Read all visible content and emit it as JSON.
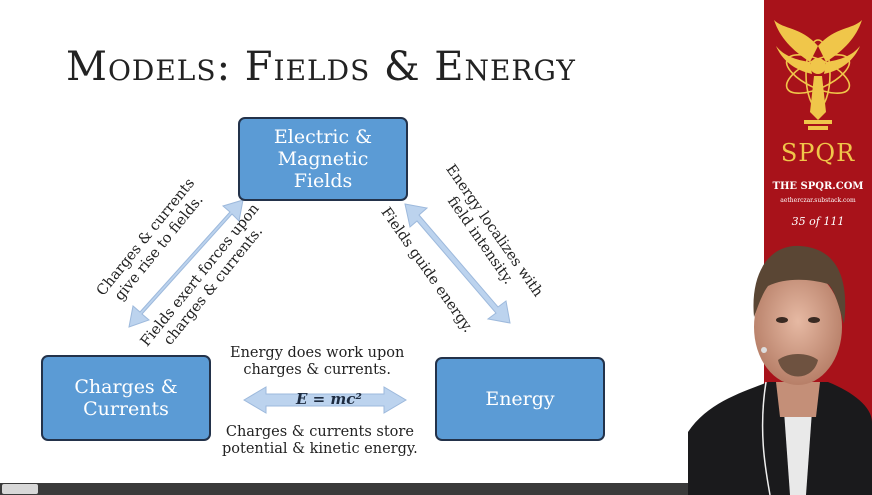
{
  "slide": {
    "title": "Models: Fields & Energy",
    "nodes": {
      "fields": [
        "Electric &",
        "Magnetic",
        "Fields"
      ],
      "charges": [
        "Charges &",
        "Currents"
      ],
      "energy": [
        "Energy"
      ]
    },
    "edges": {
      "charges_to_fields": [
        "Charges & currents",
        "give rise to fields."
      ],
      "fields_to_charges": [
        "Fields exert forces upon",
        "charges & currents."
      ],
      "energy_to_fields": [
        "Energy localizes with",
        "field intensity."
      ],
      "fields_to_energy": [
        "Fields guide energy."
      ],
      "energy_to_charges": [
        "Energy does work upon",
        "charges & currents."
      ],
      "charges_to_energy": [
        "Charges & currents store",
        "potential & kinetic energy."
      ],
      "equation": "E = mc²"
    }
  },
  "banner": {
    "brand": "SPQR",
    "site": "THE SPQR.COM",
    "sub": "aetherczar.substack.com",
    "page": "35 of 111",
    "colors": {
      "background": "#a8121a",
      "gold": "#f0c64a"
    }
  },
  "colors": {
    "node_fill": "#5b9bd5",
    "node_border": "#23324a",
    "arrow_fill": "#bcd3ee"
  }
}
